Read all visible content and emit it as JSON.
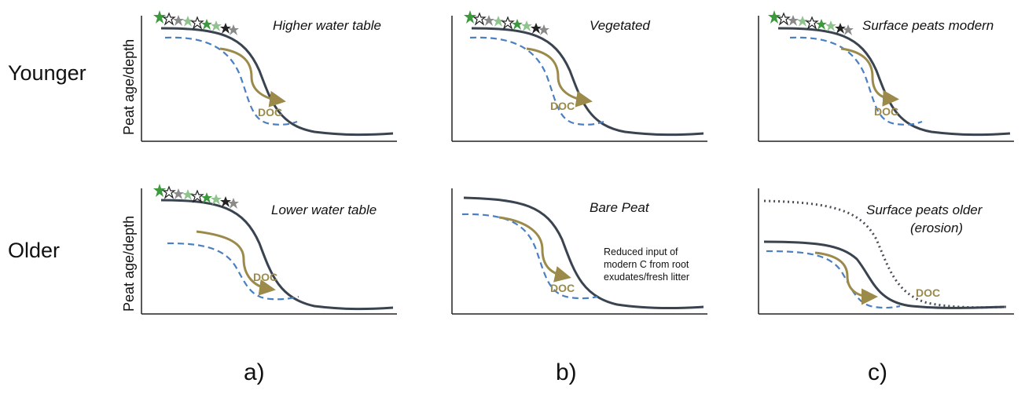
{
  "row_labels": {
    "younger": "Younger",
    "older": "Older"
  },
  "column_labels": {
    "a": "a)",
    "b": "b)",
    "c": "c)"
  },
  "axis_label": "Peat age/depth",
  "panels": {
    "a_top": {
      "title": "Higher water table",
      "doc_label": "DOC"
    },
    "b_top": {
      "title": "Vegetated",
      "doc_label": "DOC"
    },
    "c_top": {
      "title": "Surface peats modern",
      "doc_label": "DOC"
    },
    "a_bottom": {
      "title": "Lower water table",
      "doc_label": "DOC"
    },
    "b_bottom": {
      "title": "Bare Peat",
      "doc_label": "DOC",
      "note": [
        "Reduced input of",
        "modern C from root",
        "exudates/fresh litter"
      ]
    },
    "c_bottom": {
      "title": [
        "Surface peats older",
        "(erosion)"
      ],
      "doc_label": "DOC"
    }
  },
  "colors": {
    "solid_curve": "#3a4350",
    "dashed_curve": "#4a7fc1",
    "doc_arrow": "#9b8a4a",
    "dotted_curve": "#4a4d55",
    "vegetation": [
      "#3c9a3c",
      "#8fc48f",
      "#222222",
      "#8a8a8a"
    ]
  }
}
